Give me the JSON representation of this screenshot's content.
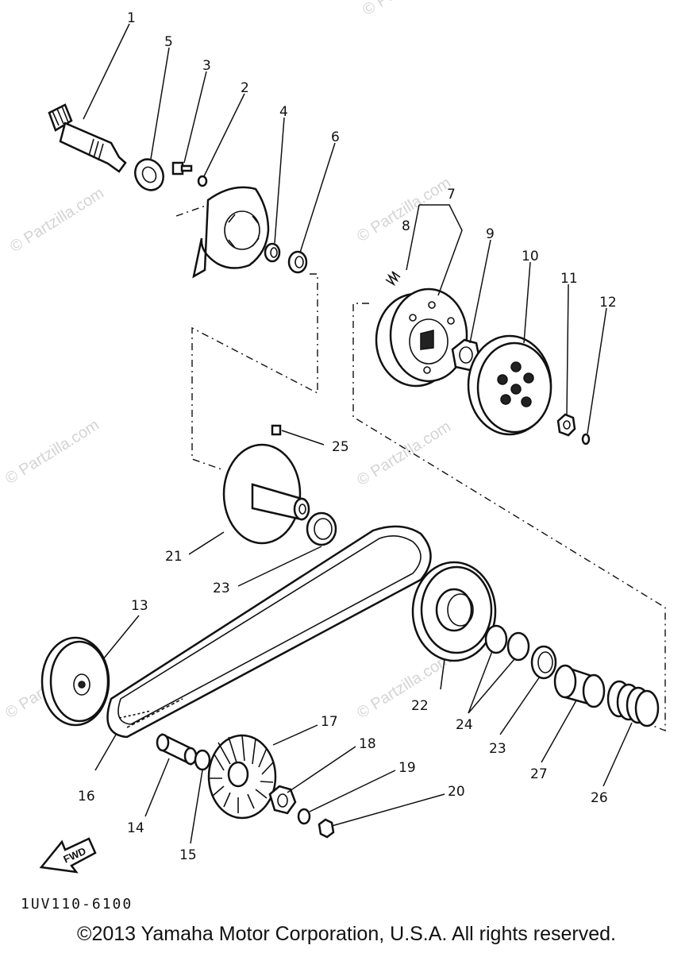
{
  "watermark": "© Partzilla.com",
  "callouts": {
    "p1": "1",
    "p2": "2",
    "p3": "3",
    "p4": "4",
    "p5": "5",
    "p6": "6",
    "p7": "7",
    "p8": "8",
    "p9": "9",
    "p10": "10",
    "p11": "11",
    "p12": "12",
    "p13": "13",
    "p14": "14",
    "p15": "15",
    "p16": "16",
    "p17": "17",
    "p18": "18",
    "p19": "19",
    "p20": "20",
    "p21": "21",
    "p22": "22",
    "p23a": "23",
    "p23b": "23",
    "p24": "24",
    "p25": "25",
    "p26": "26",
    "p27": "27"
  },
  "fwd_label": "FWD",
  "diagram_code": "1UV110-6100",
  "copyright": "©2013 Yamaha Motor Corporation, U.S.A. All rights reserved."
}
